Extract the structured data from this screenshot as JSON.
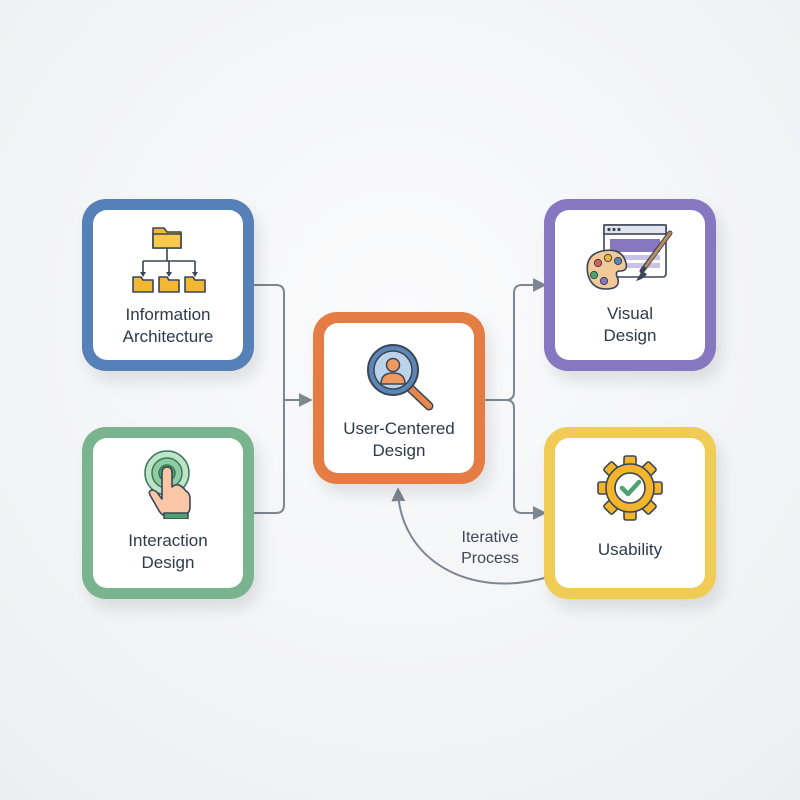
{
  "nodes": {
    "information_architecture": {
      "label": "Information\nArchitecture",
      "color": "#5581b8",
      "icon": "folder-hierarchy-icon"
    },
    "interaction_design": {
      "label": "Interaction\nDesign",
      "color": "#79b48e",
      "icon": "touch-gesture-icon"
    },
    "user_centered_design": {
      "label": "User-Centered\nDesign",
      "color": "#e57c43",
      "icon": "user-search-icon"
    },
    "visual_design": {
      "label": "Visual\nDesign",
      "color": "#8677c0",
      "icon": "palette-browser-icon"
    },
    "usability": {
      "label": "Usability",
      "color": "#f0cc56",
      "icon": "gear-check-icon"
    }
  },
  "edges": {
    "iterative_process": {
      "label": "Iterative\nProcess"
    }
  },
  "colors": {
    "connector": "#7c8791",
    "text": "#2e3a4b"
  }
}
